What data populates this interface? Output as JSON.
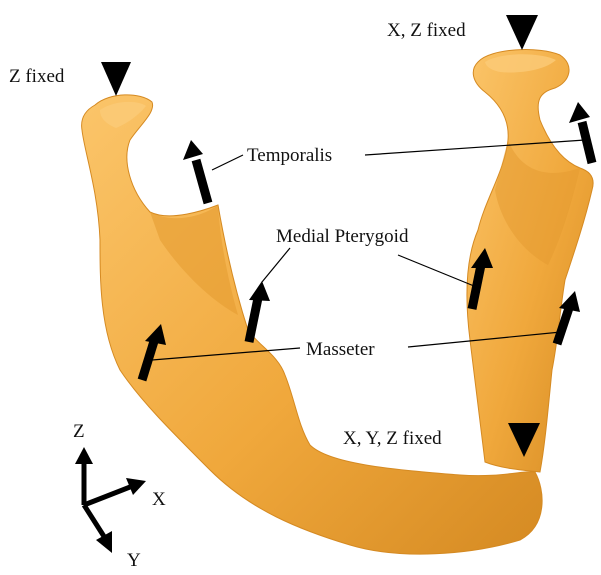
{
  "figure": {
    "bone_color": "#F0A83C",
    "bone_shadow": "#D58A22",
    "bone_highlight": "#FBC56A",
    "marker_color": "#000000"
  },
  "constraints": {
    "left_condyle": "Z fixed",
    "right_condyle": "X, Z fixed",
    "incisor": "X, Y, Z fixed"
  },
  "muscles": {
    "temporalis": "Temporalis",
    "medial_pterygoid": "Medial Pterygoid",
    "masseter": "Masseter"
  },
  "axes": {
    "z": "Z",
    "x": "X",
    "y": "Y"
  }
}
